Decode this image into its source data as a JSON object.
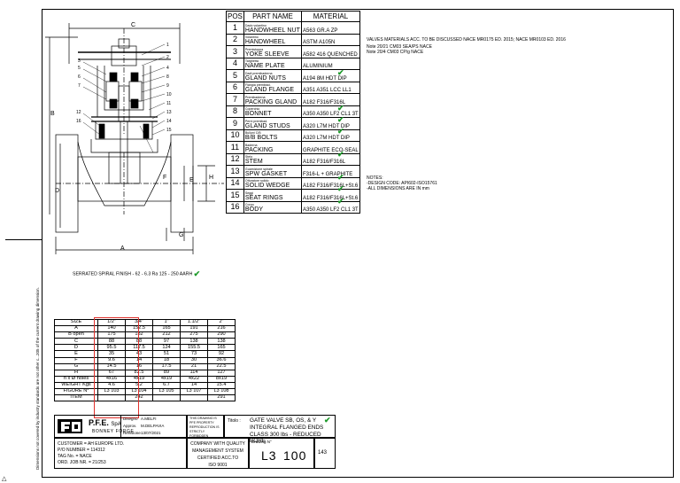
{
  "parts_table": {
    "headers": {
      "pos": "POS",
      "part_name": "PART NAME",
      "material": "MATERIAL"
    },
    "rows": [
      {
        "pos": "1",
        "it": "Dado volantino",
        "en": "HANDWHEEL NUT",
        "mat": "A563 GR.A ZP",
        "check": false
      },
      {
        "pos": "2",
        "it": "Volantino",
        "en": "HANDWHEEL",
        "mat": "ASTM A105N",
        "check": false
      },
      {
        "pos": "3",
        "it": "Premistoppa",
        "en": "YOKE SLEEVE",
        "mat": "A582 416 QUENCHED",
        "check": false
      },
      {
        "pos": "4",
        "it": "Targhetta",
        "en": "NAME PLATE",
        "mat": "ALUMINIUM",
        "check": false
      },
      {
        "pos": "5",
        "it": "Dadi premibaderna",
        "en": "GLAND NUTS",
        "mat": "A194 8M HDT DIP",
        "check": true
      },
      {
        "pos": "6",
        "it": "Flangia premibad.",
        "en": "GLAND FLANGE",
        "mat": "A351 A351 LCC LL1",
        "check": false
      },
      {
        "pos": "7",
        "it": "Premibaderna",
        "en": "PACKING GLAND",
        "mat": "A182 F316/F316L",
        "check": false
      },
      {
        "pos": "8",
        "it": "Coperchio",
        "en": "BONNET",
        "mat": "A350 A350 LF2 CL1 3T",
        "check": true
      },
      {
        "pos": "9",
        "it": "Perni premibad.",
        "en": "GLAND STUDS",
        "mat": "A320 L7M HDT DIP",
        "check": true
      },
      {
        "pos": "10",
        "it": "Bulloni C/B",
        "en": "B/B BOLTS",
        "mat": "A320 L7M HDT DIP",
        "check": true
      },
      {
        "pos": "11",
        "it": "Baderna",
        "en": "PACKING",
        "mat": "GRAPHITE ECO-SEAL",
        "check": false
      },
      {
        "pos": "12",
        "it": "Stelo",
        "en": "STEM",
        "mat": "A182 F316/F316L",
        "check": true
      },
      {
        "pos": "13",
        "it": "Guarnizione spirale",
        "en": "SPW GASKET",
        "mat": "F316-L + GRAPHITE",
        "check": false
      },
      {
        "pos": "14",
        "it": "Otturatore solido",
        "en": "SOLID WEDGE",
        "mat": "A182 F316/F316L+St.6",
        "check": true
      },
      {
        "pos": "15",
        "it": "Seggi",
        "en": "SEAT RINGS",
        "mat": "A182 F316/F316L+St.6",
        "check": true
      },
      {
        "pos": "16",
        "it": "Corpo",
        "en": "BODY",
        "mat": "A350 A350 LF2 CL1 3T",
        "check": true
      }
    ]
  },
  "side_notes": {
    "line1": "VALVES MATERIALS ACC. TO BE DISCUSSED NACE MR0175 ED. 2015; NACE MR0103 ED. 2016",
    "line2": "Note 20/21 CM03 SEA/PS NACE",
    "line3": "Note 20/4 CM03 CP/g NACE"
  },
  "notes": {
    "title": "NOTES:",
    "line1": "-DESIGN CODE: API602-ISO15761",
    "line2": "-ALL DIMENSIONS ARE IN mm"
  },
  "finish_note": "SERRATED SPIRAL FINISH - 62 - 6.3 Ra 125 - 250 AARH",
  "size_table": {
    "labels": [
      "SIZE",
      "A",
      "B open",
      "C",
      "D",
      "E",
      "F",
      "G",
      "H",
      "n x Ø holes",
      "WEIGHT Kgs",
      "FIGURE N°",
      "ITEM"
    ],
    "columns": [
      {
        "size": "1/2\"",
        "values": [
          "140",
          "175",
          "88",
          "95.5",
          "35",
          "9.6",
          "14.5",
          "67",
          "4x16",
          "4.6",
          "L3 103",
          ""
        ]
      },
      {
        "size": "3/4\"",
        "values": [
          "152.5",
          "182",
          "88",
          "117.5",
          "43",
          "14",
          "16",
          "82.5",
          "4x19",
          "5.2",
          "L3 104",
          "242"
        ]
      },
      {
        "size": "1\"",
        "values": [
          "165",
          "212",
          "97",
          "124",
          "51",
          "18",
          "17.5",
          "89",
          "4x19",
          "6.7",
          "L3 105",
          ""
        ]
      },
      {
        "size": "1.1/2\"",
        "values": [
          "191",
          "275",
          "138",
          "155.5",
          "73",
          "30",
          "21",
          "114",
          "4x22",
          "14",
          "L3 107",
          ""
        ]
      },
      {
        "size": "2\"",
        "values": [
          "216",
          "290",
          "138",
          "165",
          "92",
          "36.6",
          "22.5",
          "127",
          "8x19",
          "15.4",
          "L3 108",
          "291"
        ]
      }
    ]
  },
  "company": {
    "name_big": "P.F.E.",
    "name_suffix": "SpA",
    "tagline": "BONNEY FORGE"
  },
  "drawn": {
    "label1": "Disegno",
    "val1": "A.MELFI",
    "label2": "Approv.",
    "val2": "M.DELPAVIA",
    "label3": "Revisione",
    "val3": "13/07/2021"
  },
  "warning_text": "THIS DRAWING IS PFE PROPERTY REPRODUCTION IS STRICTLY FORBIDDEN",
  "title_block": {
    "label": "Titolo :",
    "line1": "GATE VALVE SB, OS, & Y",
    "line2": "INTEGRAL FLANGED ENDS",
    "line3": "CLASS 300 lbs - REDUCED BORE"
  },
  "customer": {
    "l1": "CUSTOMER = AH EUROPE LTD.",
    "l2": "P/O NUMBER = 114312",
    "l3": "TAG No. = NACE",
    "l4": "ORD. JOB NR. = 21/253"
  },
  "quality": {
    "l1": "COMPANY WITH QUALITY",
    "l2": "MANAGEMENT SYSTEM",
    "l3": "CERTIFIED ACC.TO",
    "l4": "ISO 9001"
  },
  "drawing": {
    "label": "Drawing N° ",
    "prefix": "L3",
    "number": "100",
    "sheet": "143"
  },
  "dimension_letters": {
    "a": "A",
    "b": "B",
    "c": "C",
    "d": "D",
    "e": "E",
    "f": "F",
    "g": "G",
    "h": "H"
  },
  "callouts": [
    "1",
    "2",
    "3",
    "4",
    "5",
    "6",
    "7",
    "8",
    "9",
    "10",
    "11",
    "12",
    "13",
    "14",
    "15",
    "16"
  ],
  "vertical_text": "Dimensions not covered by industry standards are not other c...205 of the current drawing dimension.",
  "colors": {
    "check": "#1d9a2a",
    "highlight": "#e0302c"
  }
}
